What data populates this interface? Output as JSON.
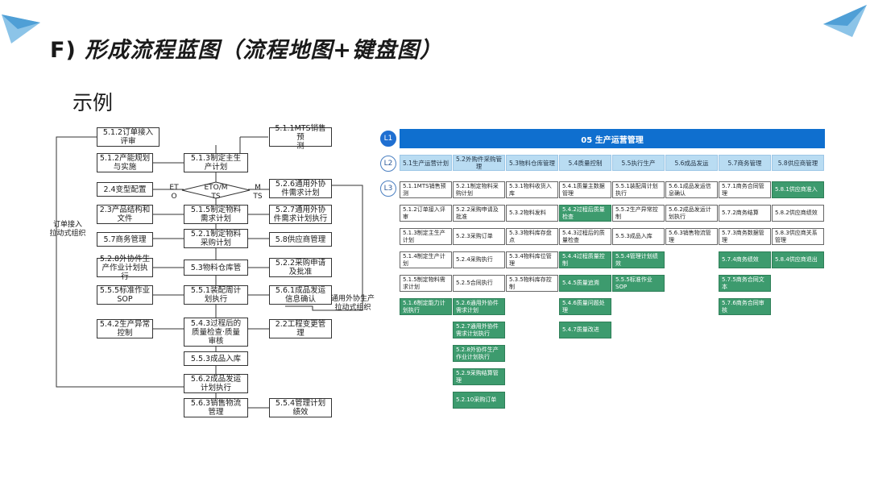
{
  "header": {
    "prefix": "F)",
    "title": "形成流程蓝图（流程地图+键盘图）"
  },
  "subtitle": "示例",
  "colors": {
    "accent": "#0f6fcf",
    "l2": "#b9dcf2",
    "green": "#3d9b6e",
    "deco": "#5aa8d8"
  },
  "flow": {
    "boxes": [
      {
        "id": "b512",
        "text": "5.1.2订单接入\n评审"
      },
      {
        "id": "b511",
        "text": "5.1.1MTS销售预\n测"
      },
      {
        "id": "b512b",
        "text": "5.1.2产能规划\n与实施"
      },
      {
        "id": "b513",
        "text": "5.1.3制定主生\n产计划"
      },
      {
        "id": "b24",
        "text": "2.4变型配置"
      },
      {
        "id": "b526",
        "text": "5.2.6通用外协\n件需求计划"
      },
      {
        "id": "b23",
        "text": "2.3产品结构和\n文件"
      },
      {
        "id": "b515",
        "text": "5.1.5制定物料\n需求计划"
      },
      {
        "id": "b527",
        "text": "5.2.7通用外协\n件需求计划执行"
      },
      {
        "id": "b57",
        "text": "5.7商务管理"
      },
      {
        "id": "b521",
        "text": "5.2.1制定物料\n采购计划"
      },
      {
        "id": "b58",
        "text": "5.8供应商管理"
      },
      {
        "id": "b528",
        "text": "5.2.8外协件生\n产作业计划执行"
      },
      {
        "id": "b53",
        "text": "5.3物料仓库管"
      },
      {
        "id": "b522",
        "text": "5.2.2采购申请\n及批准"
      },
      {
        "id": "b555",
        "text": "5.5.5标准作业\nSOP"
      },
      {
        "id": "b551",
        "text": "5.5.1装配周计\n划执行"
      },
      {
        "id": "b561",
        "text": "5.6.1成品发运\n信息确认"
      },
      {
        "id": "b542",
        "text": "5.4.2生产异常\n控制"
      },
      {
        "id": "b543",
        "text": "5.4.3过程后的\n质量检查·质量\n审核"
      },
      {
        "id": "b22",
        "text": "2.2工程变更管\n理"
      },
      {
        "id": "b553",
        "text": "5.5.3成品入库"
      },
      {
        "id": "b562",
        "text": "5.6.2成品发运\n计划执行"
      },
      {
        "id": "b563",
        "text": "5.6.3销售物流\n管理"
      },
      {
        "id": "b554",
        "text": "5.5.4管理计划\n绩效"
      }
    ],
    "decision": "ETO/M\nTS",
    "eto": "ET\nO",
    "mts": "M\nTS",
    "left_note": "订单接入\n拉动式组织",
    "right_note": "通用外协生产\n拉动式组织"
  },
  "matrix": {
    "levels": [
      "L1",
      "L2",
      "L3"
    ],
    "l1_title": "05 生产运营管理",
    "l2": [
      "5.1生产运营计划",
      "5.2外购件采购管理",
      "5.3物料仓库管理",
      "5.4质量控制",
      "5.5执行生产",
      "5.6成品发运",
      "5.7商务管理",
      "5.8供应商管理"
    ],
    "l3": [
      [
        {
          "t": "5.1.1MTS销售预测",
          "g": false
        },
        {
          "t": "5.1.2订单接入评审",
          "g": false
        },
        {
          "t": "5.1.3制定主生产计划",
          "g": false
        },
        {
          "t": "5.1.4制定生产计划",
          "g": false
        },
        {
          "t": "5.1.5制定物料需求计划",
          "g": false
        },
        {
          "t": "5.1.6制定能力计划执行",
          "g": true
        }
      ],
      [
        {
          "t": "5.2.1制定物料采购计划",
          "g": false
        },
        {
          "t": "5.2.2采购申请及批准",
          "g": false
        },
        {
          "t": "5.2.3采购订单",
          "g": false
        },
        {
          "t": "5.2.4采购执行",
          "g": false
        },
        {
          "t": "5.2.5合同执行",
          "g": false
        },
        {
          "t": "5.2.6通用外协件需求计划",
          "g": true
        },
        {
          "t": "5.2.7通用外协件需求计划执行",
          "g": true
        },
        {
          "t": "5.2.8外协件生产作业计划执行",
          "g": true
        },
        {
          "t": "5.2.9采购结算管理",
          "g": true
        },
        {
          "t": "5.2.10采购订单",
          "g": true
        }
      ],
      [
        {
          "t": "5.3.1物料收货入库",
          "g": false
        },
        {
          "t": "5.3.2物料发料",
          "g": false
        },
        {
          "t": "5.3.3物料库存盘点",
          "g": false
        },
        {
          "t": "5.3.4物料库位管理",
          "g": false
        },
        {
          "t": "5.3.5物料库存控制",
          "g": false
        }
      ],
      [
        {
          "t": "5.4.1质量主数据管理",
          "g": false
        },
        {
          "t": "5.4.2过程后质量检查",
          "g": true
        },
        {
          "t": "5.4.3过程后的质量检查",
          "g": false
        },
        {
          "t": "5.4.4过程质量控制",
          "g": true
        },
        {
          "t": "5.4.5质量追溯",
          "g": true
        },
        {
          "t": "5.4.6质量问题处理",
          "g": true
        },
        {
          "t": "5.4.7质量改进",
          "g": true
        }
      ],
      [
        {
          "t": "5.5.1装配周计划执行",
          "g": false
        },
        {
          "t": "5.5.2生产异常控制",
          "g": false
        },
        {
          "t": "5.5.3成品入库",
          "g": false
        },
        {
          "t": "5.5.4管理计划绩效",
          "g": true
        },
        {
          "t": "5.5.5标准作业SOP",
          "g": true
        }
      ],
      [
        {
          "t": "5.6.1成品发运信息确认",
          "g": false
        },
        {
          "t": "5.6.2成品发运计划执行",
          "g": false
        },
        {
          "t": "5.6.3销售物流管理",
          "g": false
        }
      ],
      [
        {
          "t": "5.7.1商务合同管理",
          "g": false
        },
        {
          "t": "5.7.2商务结算",
          "g": false
        },
        {
          "t": "5.7.3商务数据管理",
          "g": false
        },
        {
          "t": "5.7.4商务绩效",
          "g": true
        },
        {
          "t": "5.7.5商务合同文本",
          "g": true
        },
        {
          "t": "5.7.6商务合同审核",
          "g": true
        }
      ],
      [
        {
          "t": "5.8.1供应商准入",
          "g": true
        },
        {
          "t": "5.8.2供应商绩效",
          "g": false
        },
        {
          "t": "5.8.3供应商关系管理",
          "g": false
        },
        {
          "t": "5.8.4供应商退出",
          "g": true
        }
      ]
    ]
  }
}
